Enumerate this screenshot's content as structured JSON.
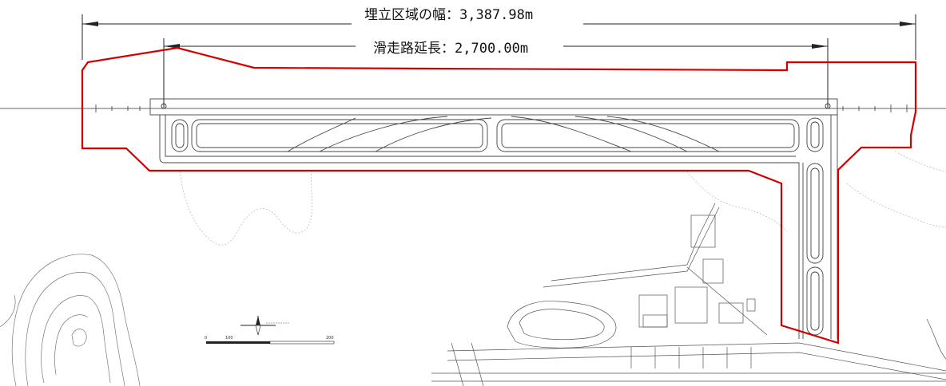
{
  "dimensions": {
    "reclamation_width": {
      "label": "埋立区域の幅",
      "separator": "：",
      "value": "3,387.98m"
    },
    "runway_length": {
      "label": "滑走路延長",
      "separator": "：",
      "value": "2,700.00m"
    }
  },
  "scale_bar": {
    "labels": [
      "0",
      "100",
      "200"
    ]
  },
  "north_arrow": {
    "icon": "compass-north-arrow-icon"
  },
  "colors": {
    "reclamation_outline": "#d40000",
    "linework": "#555555",
    "background": "#ffffff"
  }
}
